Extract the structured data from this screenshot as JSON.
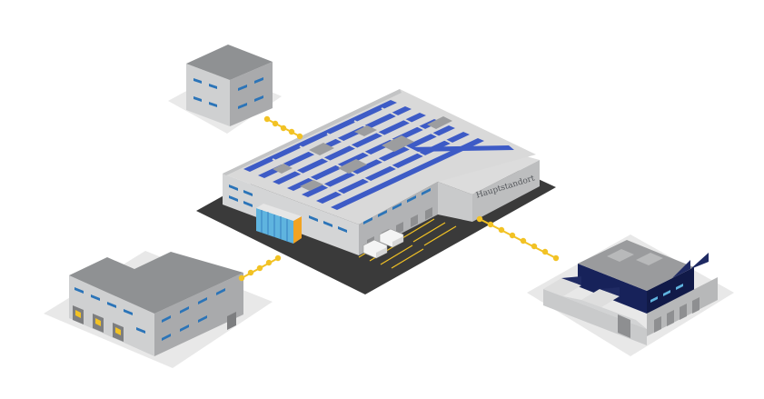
{
  "main_building": {
    "label": "Hauptstandort"
  },
  "colors": {
    "connector": "#f2c224",
    "roof": "#d8d8d8",
    "wall_light": "#cfd0d1",
    "wall_dark": "#a9aaac",
    "window": "#2b74b8",
    "solar_panel": "#3d5bc6",
    "ground_pad": "#e7e7e7",
    "asphalt": "#3b3b3b",
    "glass": "#5fb4df",
    "dark_cladding": "#17225a"
  },
  "connectors": [
    {
      "from": "main-building",
      "to": "office-building-top"
    },
    {
      "from": "main-building",
      "to": "warehouse-left"
    },
    {
      "from": "main-building",
      "to": "factory-right"
    }
  ]
}
